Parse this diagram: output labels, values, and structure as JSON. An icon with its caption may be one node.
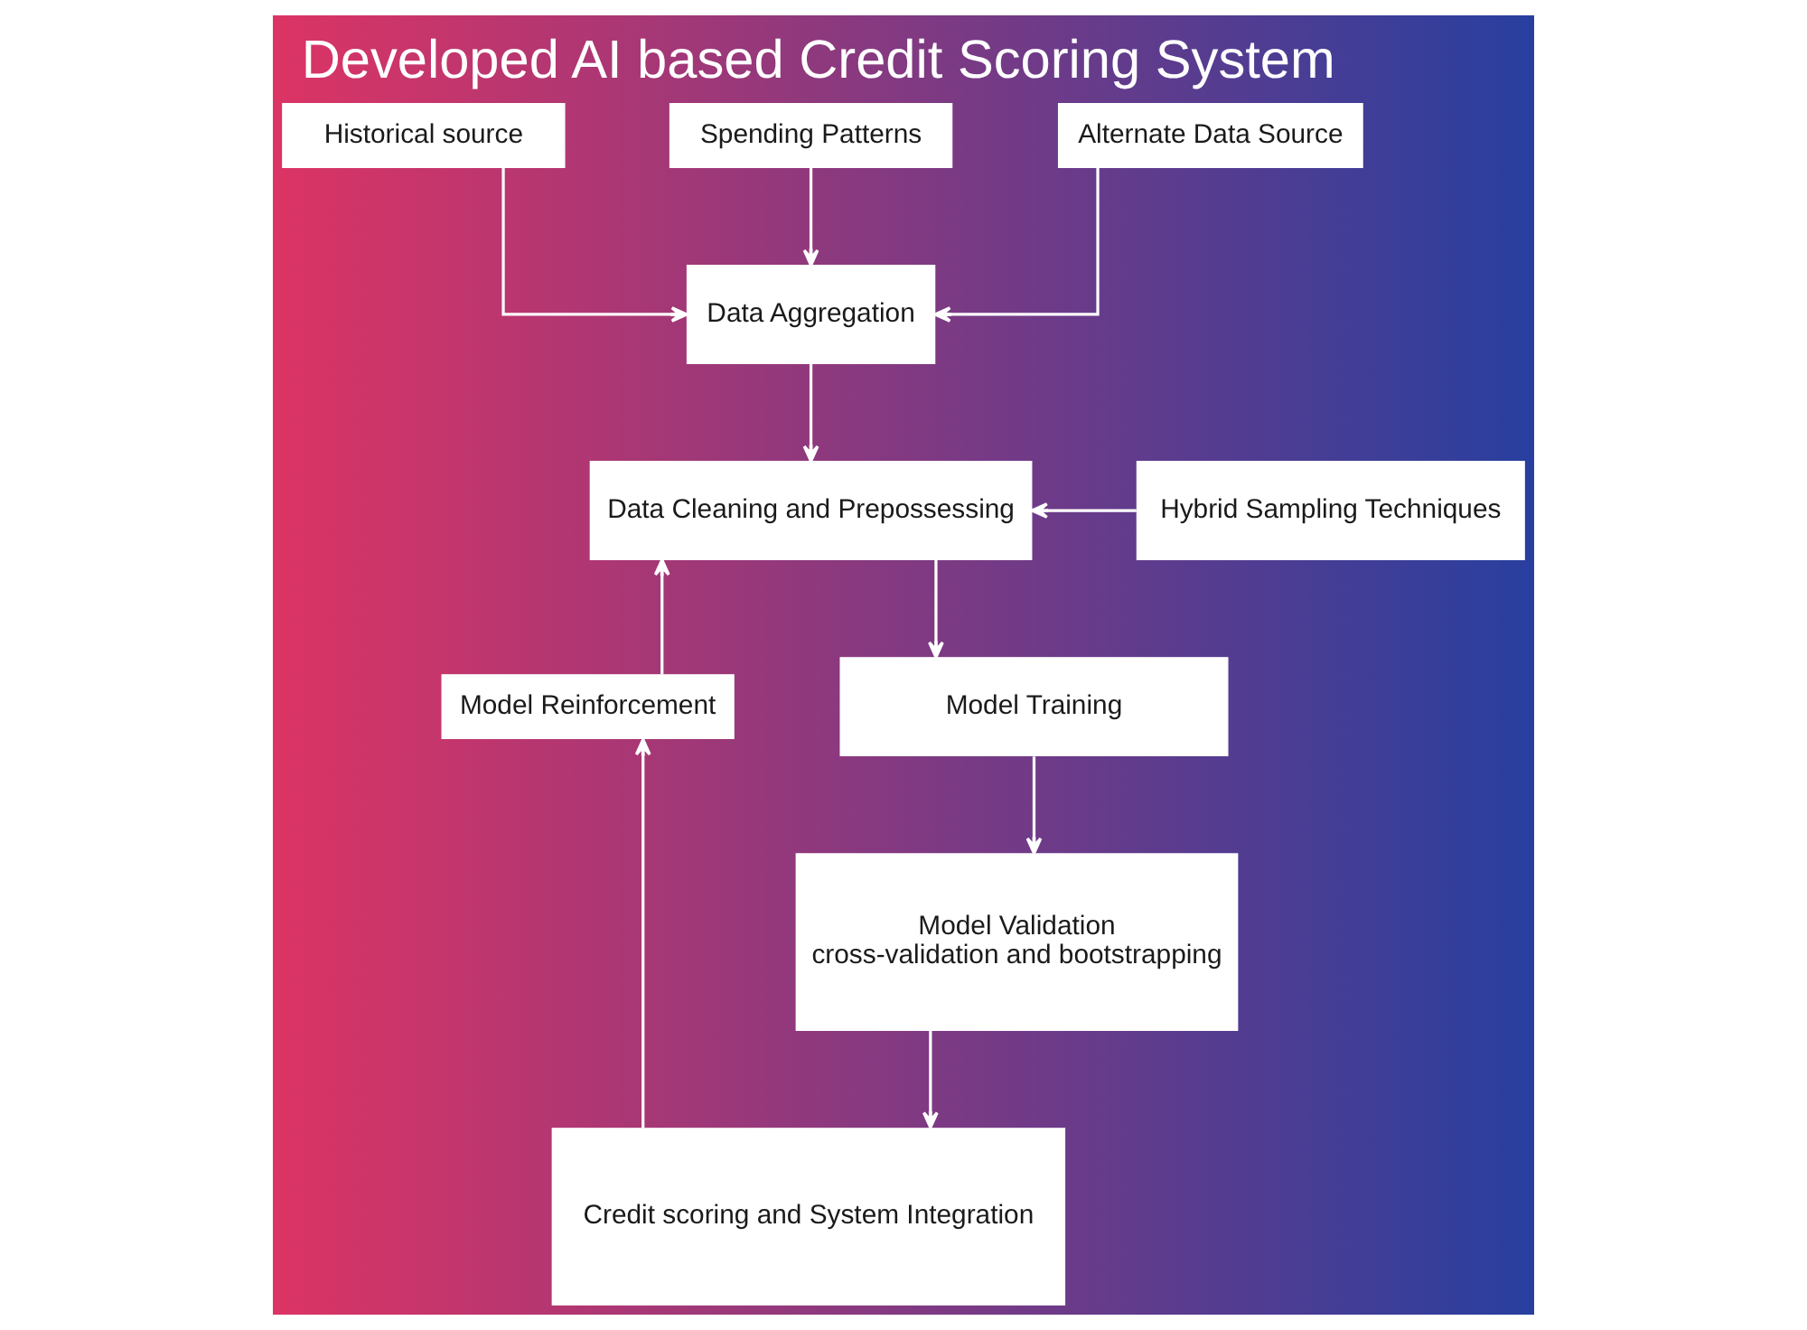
{
  "diagram": {
    "title": "Developed AI based Credit Scoring System",
    "nodes": [
      {
        "text": [
          "Historical source"
        ]
      },
      {
        "text": [
          "Spending Patterns"
        ]
      },
      {
        "text": [
          "Alternate Data Source"
        ]
      },
      {
        "text": [
          "Data Aggregation"
        ]
      },
      {
        "text": [
          "Data Cleaning and Prepossessing"
        ]
      },
      {
        "text": [
          "Hybrid Sampling Techniques"
        ]
      },
      {
        "text": [
          "Model Training"
        ]
      },
      {
        "text": [
          "Model Reinforcement"
        ]
      },
      {
        "text": [
          "Model Validation",
          "cross-validation and bootstrapping"
        ]
      },
      {
        "text": [
          "Credit scoring and System Integration"
        ]
      }
    ],
    "edges": [
      {
        "from": 0,
        "to": 3,
        "arrow": "to"
      },
      {
        "from": 1,
        "to": 3,
        "arrow": "to"
      },
      {
        "from": 2,
        "to": 3,
        "arrow": "to"
      },
      {
        "from": 3,
        "to": 4,
        "arrow": "to"
      },
      {
        "from": 5,
        "to": 4,
        "arrow": "to"
      },
      {
        "from": 4,
        "to": 6,
        "arrow": "to"
      },
      {
        "from": 6,
        "to": 8,
        "arrow": "to"
      },
      {
        "from": 8,
        "to": 9,
        "arrow": "to"
      },
      {
        "from": 9,
        "to": 7,
        "arrow": "to"
      },
      {
        "from": 7,
        "to": 4,
        "arrow": "to"
      }
    ]
  }
}
